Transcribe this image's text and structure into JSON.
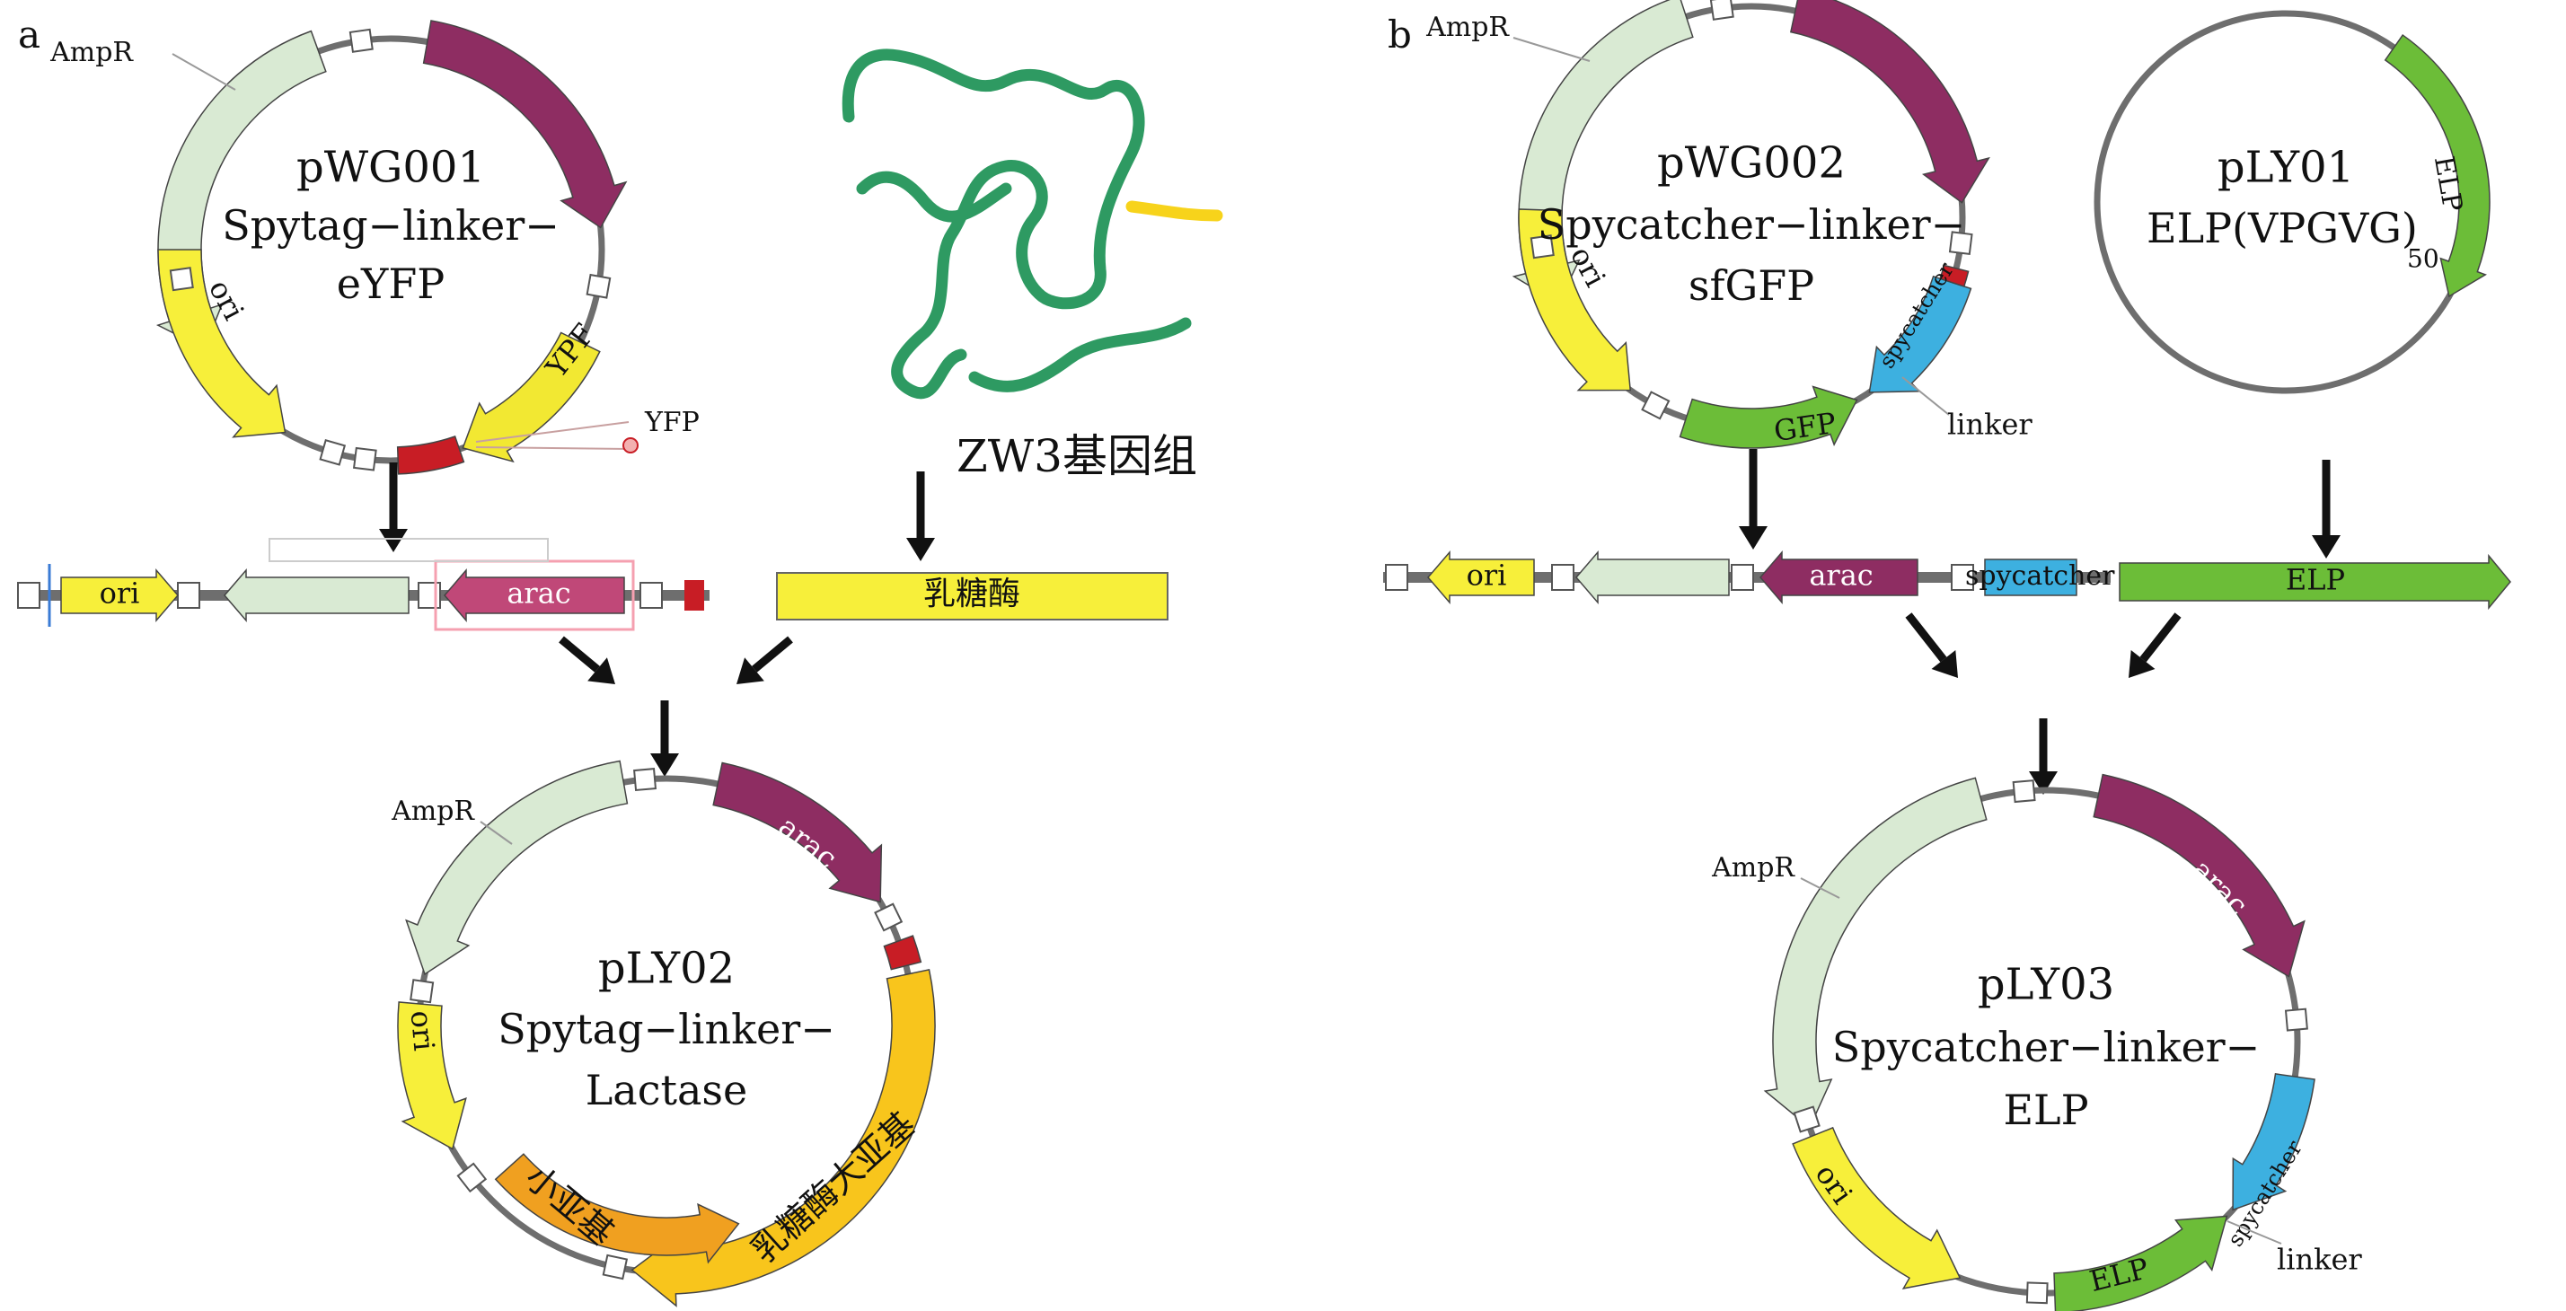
{
  "panels": {
    "a": {
      "letter": "a",
      "plasmid_top": {
        "name": "pWG001",
        "line2": "Spytag−linker−",
        "line3": "eYFP",
        "features": [
          "AmpR",
          "arac",
          "ori",
          "YPF",
          "YFP"
        ]
      },
      "genome": {
        "label": "ZW3基因组",
        "gene": "乳糖酶"
      },
      "linear": {
        "ori": "ori",
        "arac": "arac"
      },
      "plasmid_result": {
        "name": "pLY02",
        "line2": "Spytag−linker−",
        "line3": "Lactase",
        "features": [
          "AmpR",
          "arac",
          "ori",
          "小亚基",
          "乳糖酶大亚基"
        ]
      }
    },
    "b": {
      "letter": "b",
      "plasmid_top": {
        "name": "pWG002",
        "line2": "Spycatcher−linker−",
        "line3": "sfGFP",
        "features": [
          "AmpR",
          "arac",
          "ori",
          "spycatcher",
          "GFP",
          "linker"
        ]
      },
      "plasmid_elp": {
        "name": "pLY01",
        "line2": "ELP(VPGVG)",
        "subscript": "50",
        "feature": "ELP"
      },
      "linear": {
        "ori": "ori",
        "arac": "arac",
        "spycatcher": "spycatcher",
        "elp": "ELP"
      },
      "plasmid_result": {
        "name": "pLY03",
        "line2": "Spycatcher−linker−",
        "line3": "ELP",
        "features": [
          "AmpR",
          "arac",
          "ori",
          "spycatcher",
          "ELP",
          "linker"
        ]
      }
    }
  },
  "colors": {
    "ampr": "#d9ead3",
    "arac": "#8e2d62",
    "ori": "#f7ef3a",
    "yfp": "#f2e832",
    "lactase": "#f8c51c",
    "small_subunit": "#f0a020",
    "gfp": "#6cbd38",
    "spycatcher": "#3db0e0",
    "elp": "#6cbd38",
    "backbone": "#6e6e6e",
    "genome_line": "#2e9a62",
    "genome_highlight": "#f7d31b",
    "red_site": "#c81d25"
  }
}
